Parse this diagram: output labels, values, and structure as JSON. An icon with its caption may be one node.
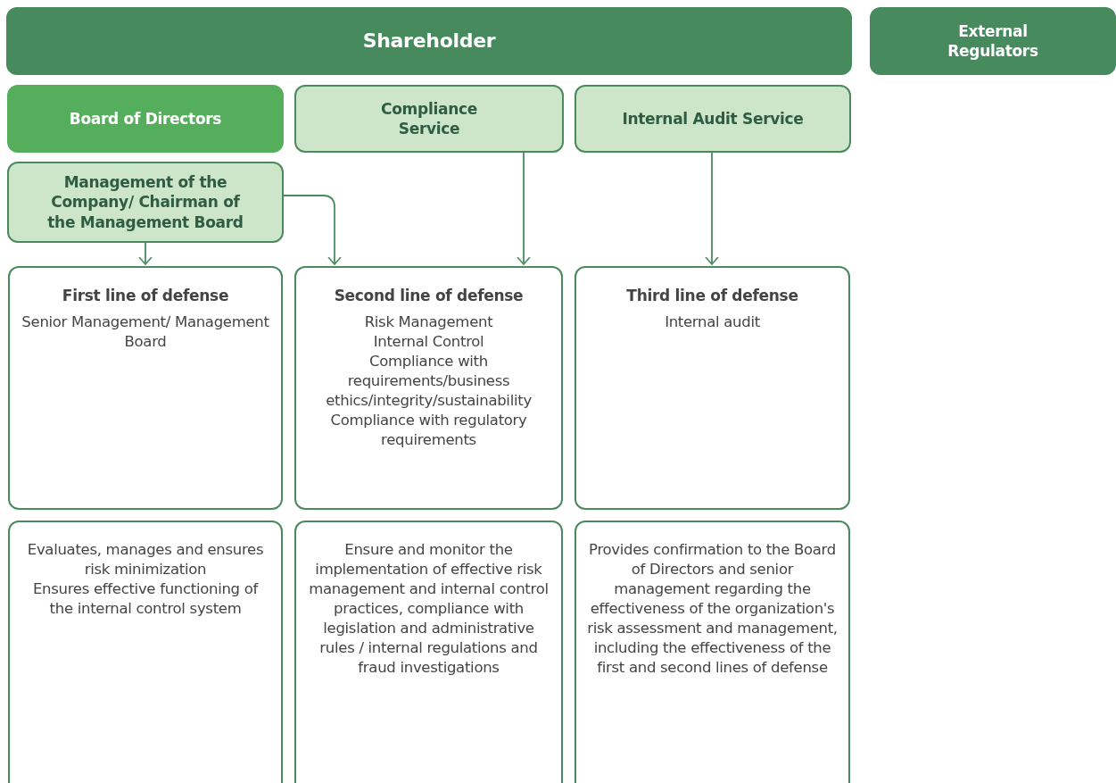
{
  "diagram": {
    "nodes": [
      {
        "text": [
          "Shareholder"
        ]
      },
      {
        "text": [
          "External Regulators"
        ]
      },
      {
        "text": [
          "Board of Directors"
        ]
      },
      {
        "text": [
          "Compliance Service"
        ]
      },
      {
        "text": [
          "Internal Audit Service"
        ]
      },
      {
        "text": [
          "Management of the Company/ Chairman of the Management Board"
        ]
      },
      {
        "text": [
          "First line of defense",
          "Senior Management/ Management Board"
        ]
      },
      {
        "text": [
          "Second line of defense",
          "Risk Management",
          "Internal Control",
          "Compliance with requirements/business ethics/integrity/sustainability",
          "Compliance with regulatory requirements"
        ]
      },
      {
        "text": [
          "Third line of defense",
          "Internal audit"
        ]
      },
      {
        "text": [
          "Evaluates, manages and ensures risk minimization",
          "Ensures effective functioning of the internal control system"
        ]
      },
      {
        "text": [
          "Ensure and monitor the implementation of effective risk management and internal control practices, compliance with legislation and administrative rules / internal regulations and fraud investigations"
        ]
      },
      {
        "text": [
          "Provides confirmation to the Board of Directors and senior management regarding the effectiveness of the organization's risk assessment and management, including the effectiveness of the first and second lines of defense"
        ]
      }
    ],
    "edges": [
      {
        "from": 5,
        "to": 6,
        "arrow": "to"
      },
      {
        "from": 5,
        "to": 7,
        "arrow": "to"
      },
      {
        "from": 3,
        "to": 7,
        "arrow": "to"
      },
      {
        "from": 4,
        "to": 8,
        "arrow": "to"
      }
    ]
  }
}
